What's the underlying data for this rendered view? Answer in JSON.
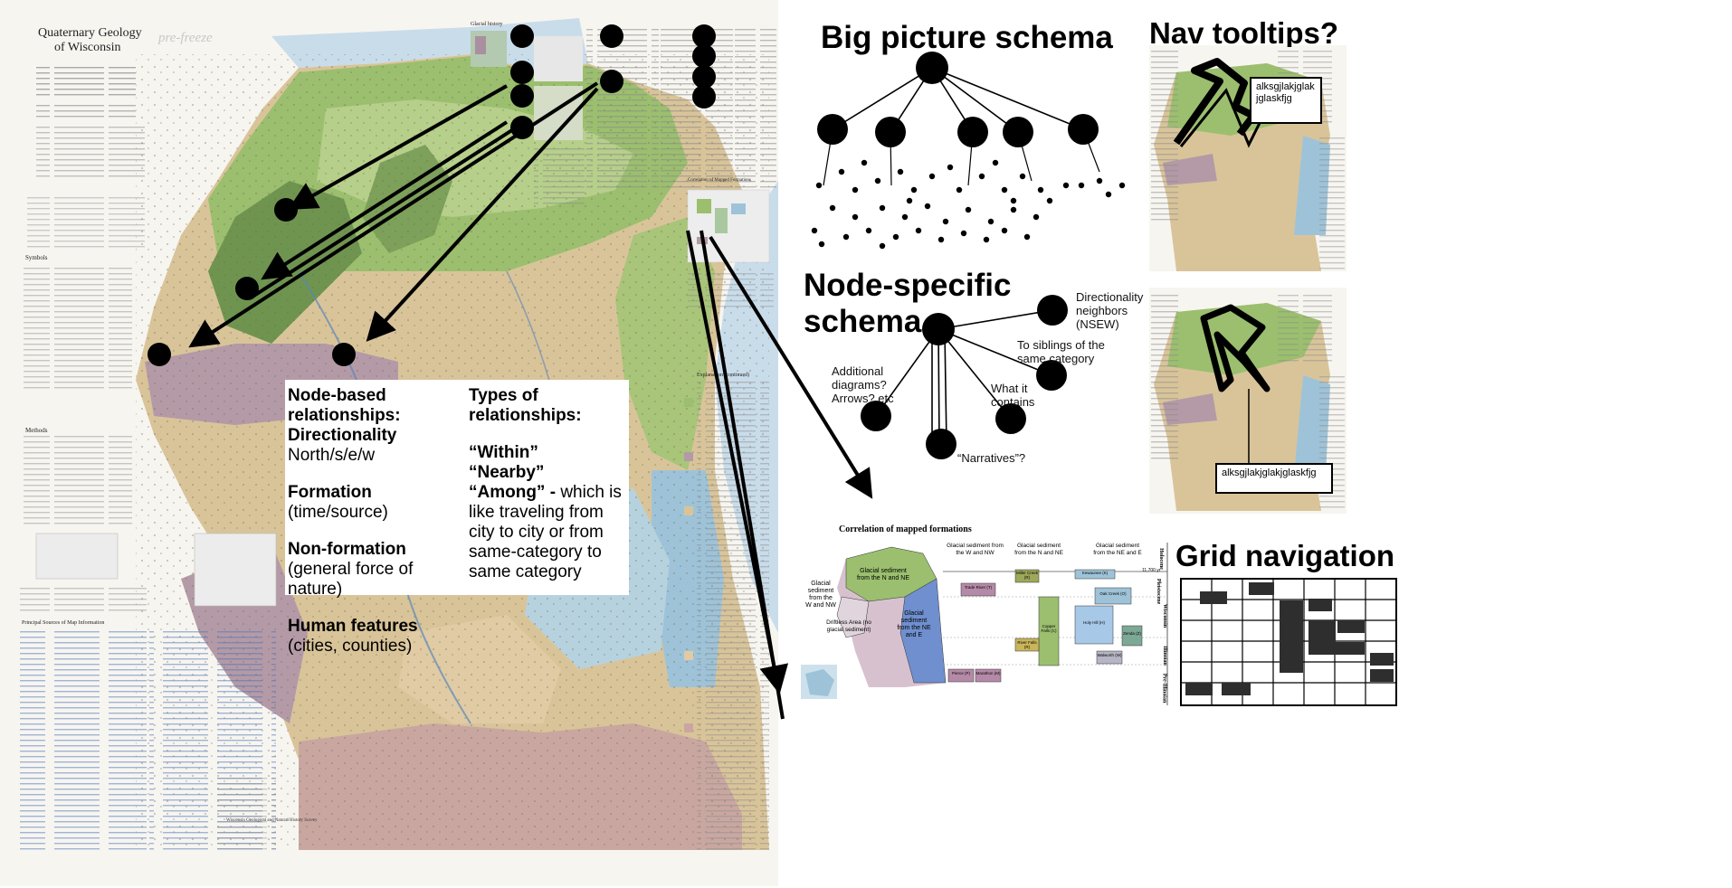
{
  "map": {
    "title_line1": "Quaternary Geology",
    "title_line2": "of Wisconsin",
    "subtitle": "A map of sediment deposited by glaciers, streams, wind, and other processes during the Quaternary Period (2.58 million years ago to present)",
    "watermark": "pre-freeze",
    "glacial_history_label": "Glacial history",
    "symbols_label": "Symbols",
    "methods_label": "Methods",
    "principal_sources_label": "Principal Sources of Map Information",
    "correlation_label": "Correlation of Mapped Formations",
    "explanation_label": "Explanation (continued)",
    "survey_name": "Wisconsin Geological and Natural History Survey"
  },
  "node_based_box": {
    "heading": "Node-based relationships:",
    "directionality_heading": "Directionality",
    "directionality_text": "North/s/e/w",
    "formation_heading": "Formation",
    "formation_text": " (time/source)",
    "nonformation_heading": "Non-formation",
    "nonformation_text": " (general force of nature)",
    "human_heading": "Human features",
    "human_text": " (cities, counties)"
  },
  "relationships_box": {
    "heading": "Types of relationships:",
    "within": "“Within”",
    "nearby": "“Nearby”",
    "among": "“Among” - ",
    "among_text": "which is like traveling from city to city or from same-category to same category"
  },
  "big_picture": {
    "title": "Big picture schema"
  },
  "node_specific": {
    "title_line1": "Node-specific",
    "title_line2": "schema",
    "labels": {
      "directionality": "Directionality neighbors (NSEW)",
      "siblings": "To siblings of the same category",
      "additional": "Additional diagrams? Arrows? etc",
      "contains": "What it contains",
      "narratives": "“Narratives”?"
    }
  },
  "nav_tooltips": {
    "title": "Nav tooltips?",
    "tooltip1": "alksgjlakjglak jglaskfjg",
    "tooltip2": "alksgjlakjglakjglaskfjg"
  },
  "correlation": {
    "title": "Correlation of mapped formations",
    "map_labels": {
      "north": "Glacial sediment from the N and NE",
      "west": "Glacial sediment from the W and NW",
      "east": "Glacial sediment from the NE and E",
      "driftless": "Driftless Area (no glacial sediment)"
    },
    "col_headers": [
      "Glacial sediment from the W and NW",
      "Glacial sediment from the N and NE",
      "Glacial sediment from the NE and E"
    ],
    "epochs": [
      "Holocene",
      "Pleistocene",
      "Wisconsin",
      "Illinoian",
      "Pre-Illinoian"
    ],
    "formations": {
      "miller_creek": "Miller Creek (R)",
      "copper_falls": "Copper Falls (C)",
      "trade_river": "Trade River (T)",
      "river_falls": "River Falls (R)",
      "kewaunee": "Kewaunee (K)",
      "oak_creek": "Oak Creek (O)",
      "holy_hill": "Holy Hill (H)",
      "zenda": "Zenda (Z)",
      "walworth": "Walworth (W)",
      "pierce": "Pierce (P)",
      "marathon": "Marathon (M)"
    },
    "age_label": "11,700 yr"
  },
  "grid_navigation": {
    "title": "Grid navigation"
  },
  "colors": {
    "map_green": "#9bbf6e",
    "map_dark_green": "#6f9450",
    "map_tan": "#d9c49a",
    "map_mauve": "#b49aa6",
    "map_blue": "#9ec3d8",
    "lake_blue": "#c9dcea"
  }
}
